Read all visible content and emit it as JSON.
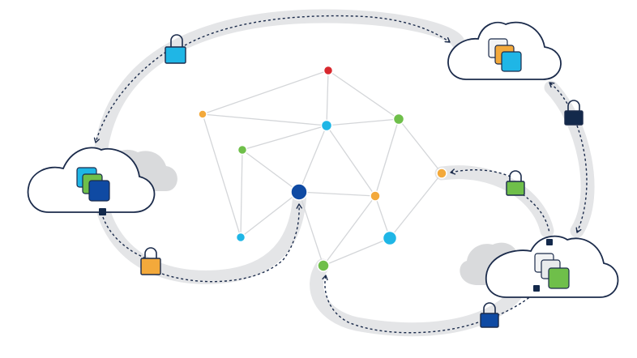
{
  "colors": {
    "background": "#ffffff",
    "track": "#e4e5e7",
    "dashed_arrow": "#1b2b4b",
    "cloud_outline": "#1b2b4b",
    "cloud_shadow": "#d9dadc",
    "network_edge": "#d4d6d9",
    "red": "#d8282e",
    "orange": "#f3a93b",
    "cyan": "#1fb6e6",
    "green": "#6fbf4a",
    "navy": "#0f4aa3",
    "dark_navy": "#13294b",
    "lock_shackle": "#ffffff"
  },
  "clouds": [
    {
      "id": "cloud-left",
      "file_stack": [
        "cyan",
        "green",
        "navy"
      ]
    },
    {
      "id": "cloud-top-right",
      "file_stack": [
        "light",
        "orange",
        "cyan"
      ]
    },
    {
      "id": "cloud-bottom-right",
      "file_stack": [
        "light",
        "light",
        "green"
      ]
    }
  ],
  "locks": [
    {
      "id": "lock-top",
      "icon": "padlock-icon",
      "color": "cyan"
    },
    {
      "id": "lock-right-upper",
      "icon": "padlock-icon",
      "color": "dark_navy"
    },
    {
      "id": "lock-right-middle",
      "icon": "padlock-icon",
      "color": "green"
    },
    {
      "id": "lock-bottom",
      "icon": "padlock-icon",
      "color": "navy"
    },
    {
      "id": "lock-left-bottom",
      "icon": "padlock-icon",
      "color": "orange"
    }
  ],
  "network_nodes": [
    {
      "id": "n1",
      "color": "red"
    },
    {
      "id": "n2",
      "color": "orange"
    },
    {
      "id": "n3",
      "color": "cyan"
    },
    {
      "id": "n4",
      "color": "green"
    },
    {
      "id": "n5",
      "color": "green"
    },
    {
      "id": "n6",
      "color": "navy"
    },
    {
      "id": "n7",
      "color": "orange"
    },
    {
      "id": "n8",
      "color": "cyan"
    },
    {
      "id": "n9",
      "color": "cyan"
    },
    {
      "id": "n10",
      "color": "green"
    },
    {
      "id": "n11",
      "color": "orange"
    }
  ]
}
